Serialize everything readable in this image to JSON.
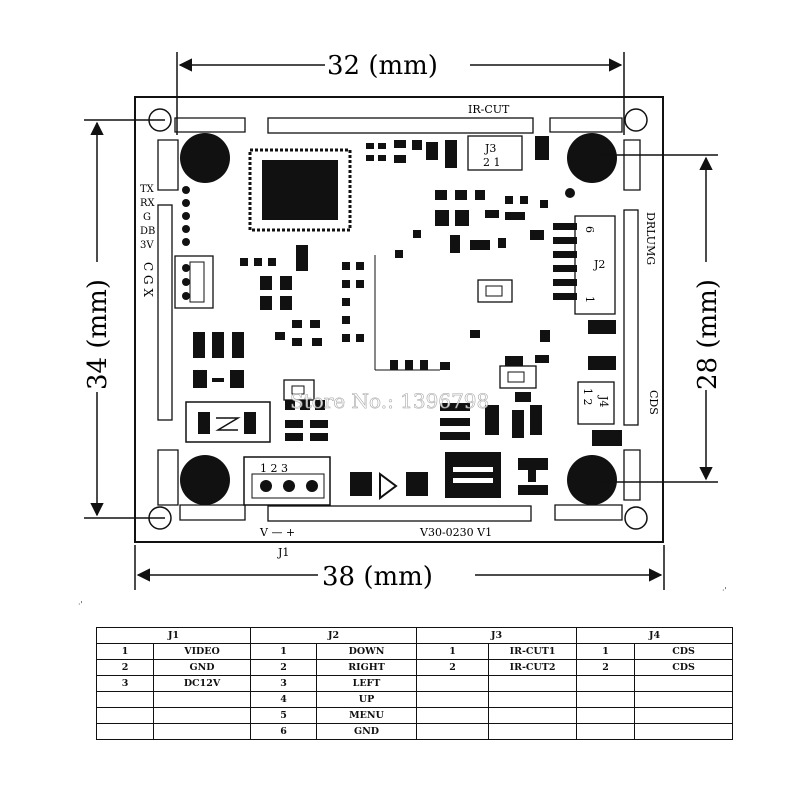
{
  "dimensions": {
    "width_top": "32 (mm)",
    "width_bottom": "38 (mm)",
    "height_left": "34 (mm)",
    "height_right": "28 (mm)"
  },
  "board": {
    "ir_cut_label": "IR-CUT",
    "j3_label": "J3",
    "j3_pins": "2 1",
    "j2_label": "J2",
    "j2_pin_top": "6",
    "j2_pin_bottom": "1",
    "j4_label": "J4",
    "j4_pins": "1 2",
    "drlumg_label": "DRLUMG",
    "cds_label": "CDS",
    "left_labels": [
      "TX",
      "RX",
      "G",
      "DB",
      "3V"
    ],
    "cgx_label": "C G X",
    "j1_pins": "1  2  3",
    "j1_polarity": "V  —  +",
    "j1_label": "J1",
    "version": "V30-0230  V1",
    "watermark": "Store No.: 1396798"
  },
  "pin_table": {
    "headers": [
      "J1",
      "J2",
      "J3",
      "J4"
    ],
    "rows": [
      [
        "1",
        "VIDEO",
        "1",
        "DOWN",
        "1",
        "IR-CUT1",
        "1",
        "CDS"
      ],
      [
        "2",
        "GND",
        "2",
        "RIGHT",
        "2",
        "IR-CUT2",
        "2",
        "CDS"
      ],
      [
        "3",
        "DC12V",
        "3",
        "LEFT",
        "",
        "",
        "",
        ""
      ],
      [
        "",
        "",
        "4",
        "UP",
        "",
        "",
        "",
        ""
      ],
      [
        "",
        "",
        "5",
        "MENU",
        "",
        "",
        "",
        ""
      ],
      [
        "",
        "",
        "6",
        "GND",
        "",
        "",
        "",
        ""
      ]
    ]
  }
}
